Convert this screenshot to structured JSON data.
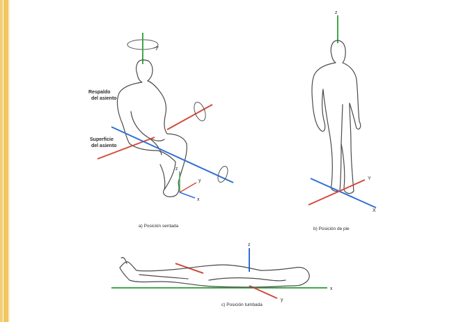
{
  "labels": {
    "respaldo_line1": "Respaldo",
    "respaldo_line2": "del asiento",
    "superficie_line1": "Superficie",
    "superficie_line2": "del asiento"
  },
  "captions": {
    "seated": "a) Posición sentada",
    "standing": "b) Posición de pie",
    "lying": "c) Posición tumbada"
  },
  "axes": {
    "seated": {
      "z": "z",
      "y": "y",
      "x": "x"
    },
    "standing": {
      "z": "z",
      "y": "Y",
      "x": "X"
    },
    "lying": {
      "z": "z",
      "y": "y",
      "x": "x"
    }
  },
  "colors": {
    "x_axis": "#2e6fd6",
    "y_axis": "#d24b3c",
    "z_axis": "#3ea84a",
    "accent_stripe": "#f2c75f"
  }
}
